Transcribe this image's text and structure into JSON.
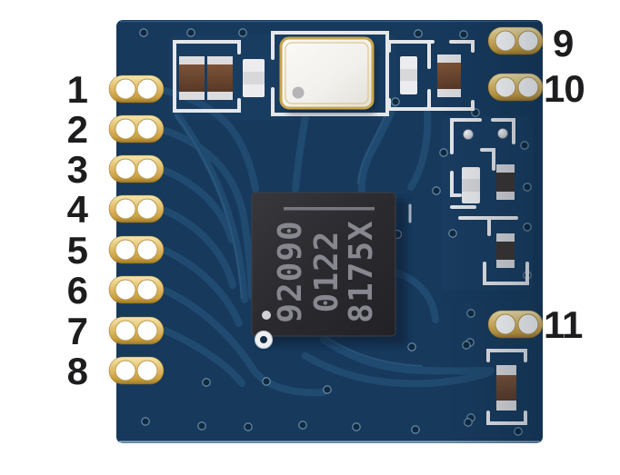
{
  "labels": {
    "left_pins": [
      "1",
      "2",
      "3",
      "4",
      "5",
      "6",
      "7",
      "8"
    ],
    "right_pins": [
      "9",
      "10",
      "11"
    ]
  },
  "chip": {
    "marking_lines": [
      "92090",
      "0122",
      "8175X"
    ]
  },
  "colors": {
    "background": "#ffffff",
    "pcb": "#16395c",
    "pcb_pour": "#1c4166",
    "trace": "#214b71",
    "trace_highlight": "#2d5a82",
    "silkscreen": "#e6e7ea",
    "pad_gold_mid": "#e2bd69",
    "chip_body": "#2b2b2f",
    "chip_text": "#87878f",
    "label_text": "#1d1d1f",
    "capacitor_brown": "#6a4631",
    "component_white": "#ececef",
    "component_dark": "#3b3431",
    "crystal_body": "#f2f0ec",
    "crystal_border": "#c9a54a"
  }
}
